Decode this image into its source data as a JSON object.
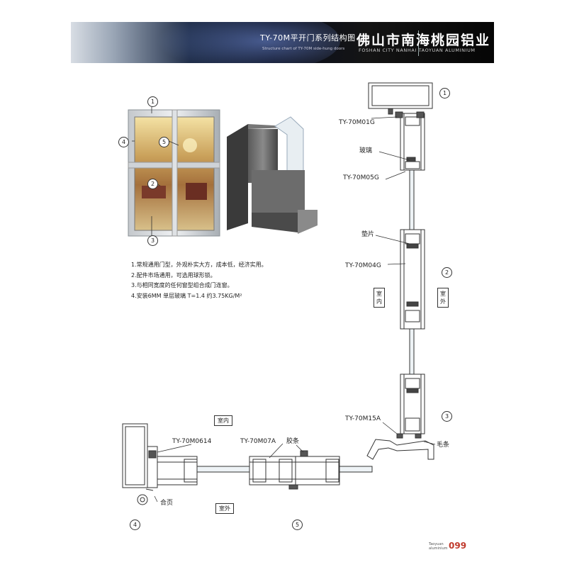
{
  "header": {
    "title_cn": "TY-70M平开门系列结构图",
    "title_en": "Structure chart of TY-70M side-hung doors",
    "company_cn": "佛山市南海桃园铝业",
    "company_en": "FOSHAN CITY NANHAI TAOYUAN ALUMINIUM"
  },
  "markers": [
    "1",
    "2",
    "3",
    "4",
    "5"
  ],
  "notes": [
    "1.常规通用门型，外观朴实大方，成本低，经济实用。",
    "2.配件市场通用，可选用球形锁。",
    "3.与相同宽度的任何窗型组合成门连窗。",
    "4.安装6MM 单层玻璃 T=1.4 约3.75KG/M²"
  ],
  "vertical_section": {
    "labels": {
      "m01g": "TY-70M01G",
      "glass": "玻璃",
      "m05g": "TY-70M05G",
      "gasket": "垫片",
      "m04g": "TY-70M04G",
      "indoor": "室内",
      "outdoor": "室外",
      "m15a": "TY-70M15A",
      "brush": "毛条"
    }
  },
  "horizontal_section": {
    "labels": {
      "indoor": "室内",
      "m0614": "TY-70M0614",
      "m07a": "TY-70M07A",
      "rubber": "胶条",
      "hinge": "合页",
      "outdoor": "室外"
    }
  },
  "footer": {
    "brand_line1": "Taoyuan",
    "brand_line2": "aluminium",
    "page_number": "099"
  }
}
